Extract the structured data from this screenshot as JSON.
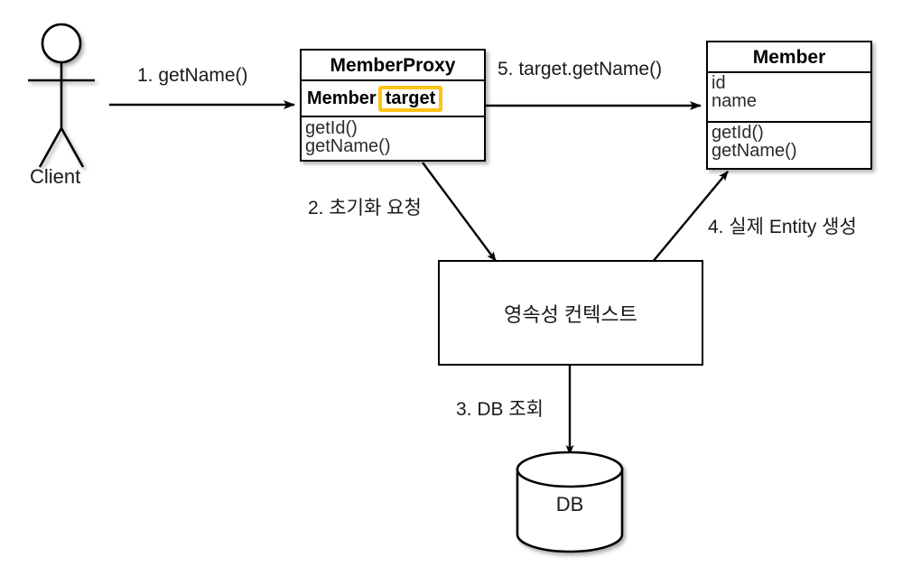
{
  "diagram": {
    "title": "JPA Proxy lazy-loading sequence diagram",
    "accent_color": "#FDC316",
    "line_color": "#000000",
    "text_color": "#1a1a1a",
    "background": "#ffffff"
  },
  "actor": {
    "name": "client-actor",
    "label": "Client"
  },
  "classes": {
    "proxy": {
      "title": "MemberProxy",
      "attribute": {
        "type": "Member",
        "field": "target",
        "highlighted": true
      },
      "methods": [
        "getId()",
        "getName()"
      ]
    },
    "entity": {
      "title": "Member",
      "attributes": [
        "id",
        "name"
      ],
      "methods": [
        "getId()",
        "getName()"
      ]
    }
  },
  "nodes": {
    "persistence_context": {
      "label": "영속성 컨텍스트"
    },
    "database": {
      "label": "DB"
    }
  },
  "edges": [
    {
      "id": "1",
      "label": "1. getName()",
      "from": "Client",
      "to": "MemberProxy"
    },
    {
      "id": "2",
      "label": "2. 초기화 요청",
      "from": "MemberProxy",
      "to": "영속성 컨텍스트"
    },
    {
      "id": "3",
      "label": "3. DB 조회",
      "from": "영속성 컨텍스트",
      "to": "DB"
    },
    {
      "id": "4",
      "label": "4. 실제 Entity 생성",
      "from": "영속성 컨텍스트",
      "to": "Member"
    },
    {
      "id": "5",
      "label": "5. target.getName()",
      "from": "MemberProxy",
      "to": "Member"
    }
  ]
}
